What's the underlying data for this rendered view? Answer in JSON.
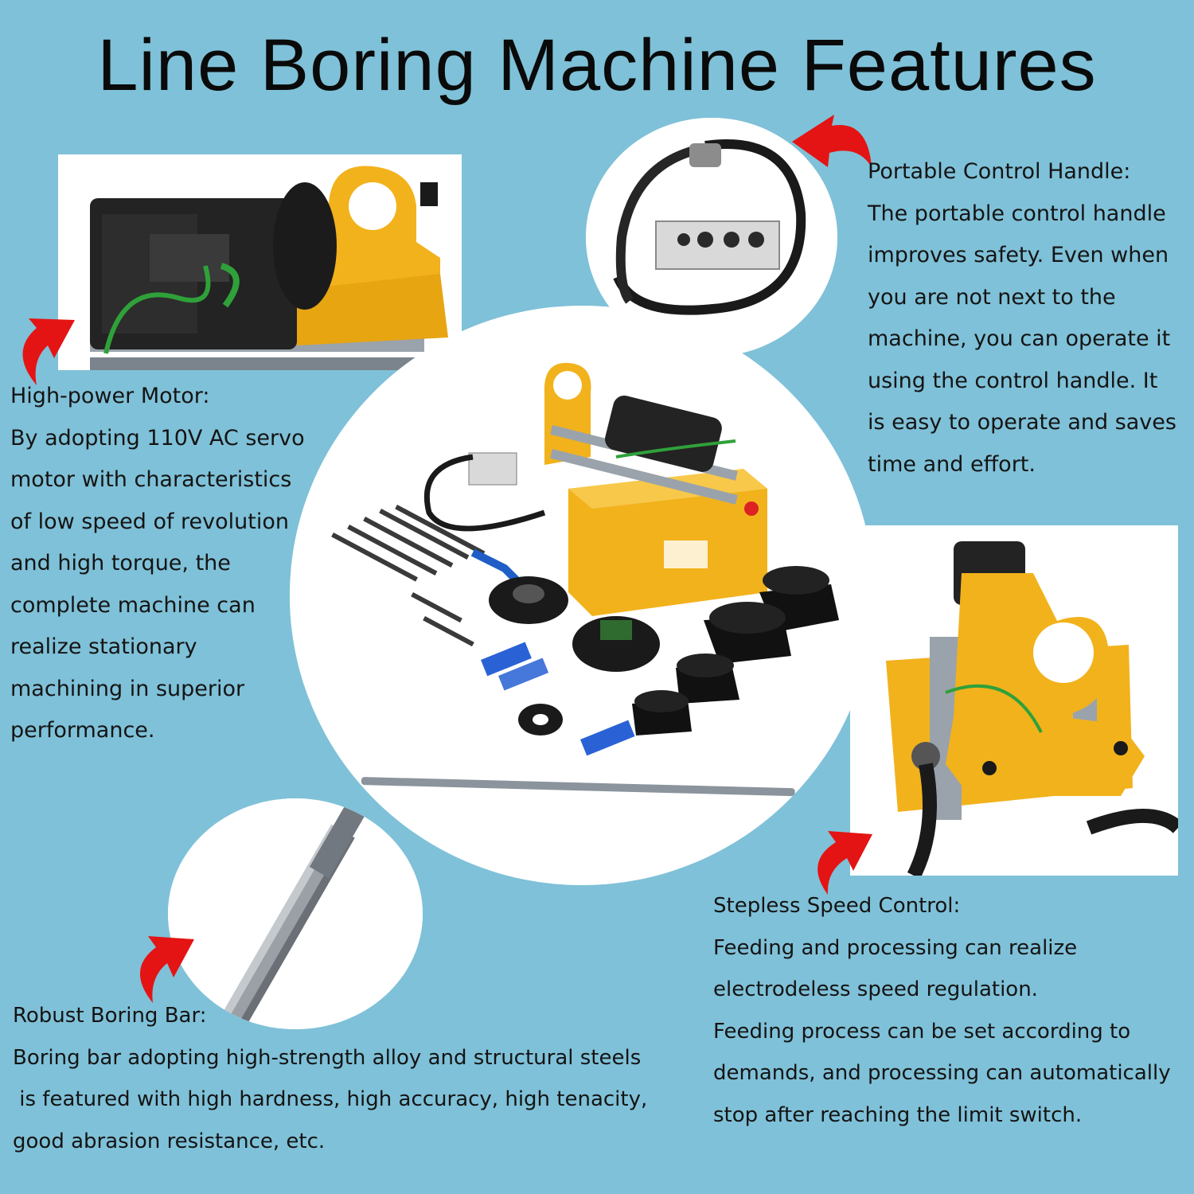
{
  "title": "Line Boring Machine Features",
  "colors": {
    "background": "#7fc1d8",
    "machine_yellow": "#f2b21c",
    "arrow_red": "#e41414",
    "accessory_blue": "#2a62d6"
  },
  "icons": {
    "arrow": "red-curved-arrow-icon",
    "motor": "servo-motor-icon",
    "control": "control-handle-icon",
    "bar": "boring-bar-icon",
    "frame": "boring-frame-icon"
  },
  "features": {
    "motor": {
      "heading": "High-power Motor:",
      "lines": [
        "By adopting 110V AC servo",
        "motor with characteristics",
        "of low speed of revolution",
        "and high torque, the",
        "complete machine can",
        "realize stationary",
        "machining in superior",
        "performance."
      ]
    },
    "handle": {
      "heading": "Portable Control Handle:",
      "lines": [
        "The portable control handle",
        "improves safety. Even when",
        "you are not next to the",
        "machine, you can operate it",
        "using the control handle. It",
        "is easy to operate and saves",
        "time and effort."
      ]
    },
    "speed": {
      "heading": "Stepless Speed Control:",
      "lines": [
        "Feeding and processing can realize",
        "electrodeless speed regulation.",
        "Feeding process can be set according to",
        "demands, and processing can automatically",
        "stop after reaching the limit switch."
      ]
    },
    "bar": {
      "heading": "Robust Boring Bar:",
      "lines": [
        "Boring bar adopting high-strength alloy and structural steels",
        " is featured with high hardness, high accuracy, high tenacity,",
        "good abrasion resistance, etc."
      ]
    }
  }
}
